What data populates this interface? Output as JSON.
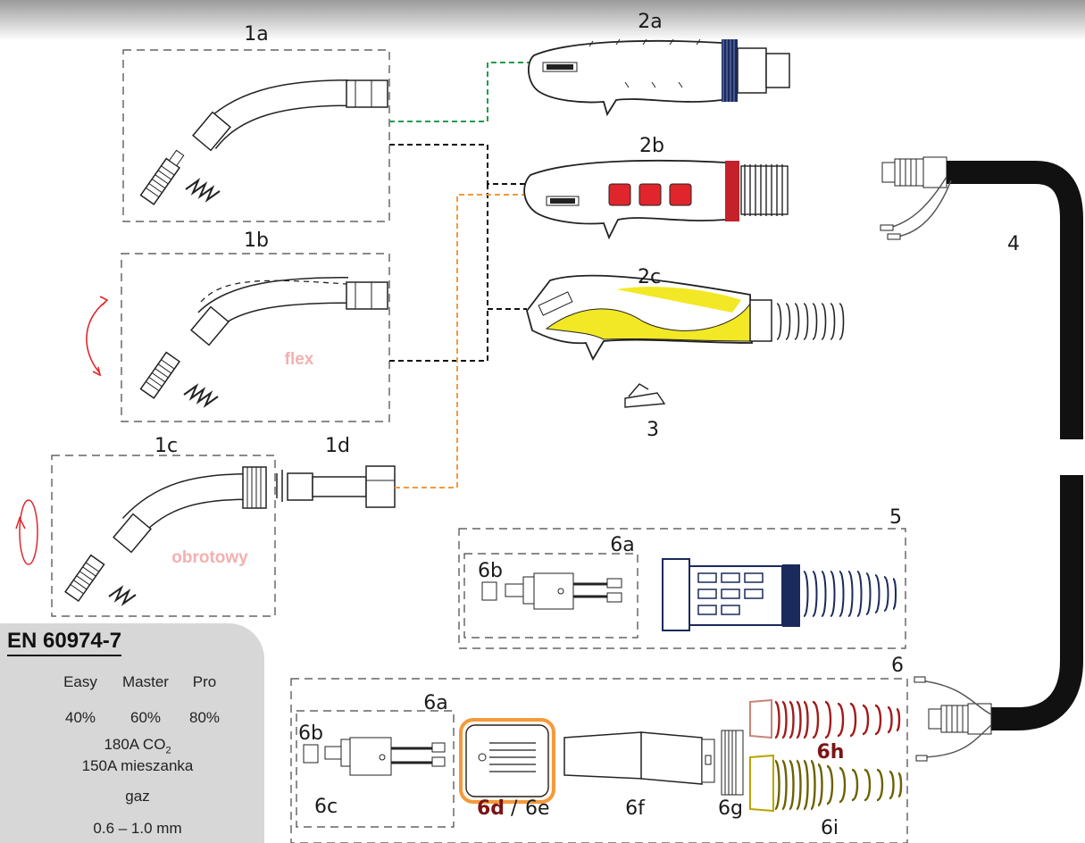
{
  "labels": {
    "l1a": "1a",
    "l1b": "1b",
    "l1c": "1c",
    "l1d": "1d",
    "l2a": "2a",
    "l2b": "2b",
    "l2c": "2c",
    "l3": "3",
    "l4": "4",
    "l5": "5",
    "l6": "6",
    "l6a_top": "6a",
    "l6b_top": "6b",
    "l6a_bot": "6a",
    "l6b_bot": "6b",
    "l6c": "6c",
    "l6d": "6d",
    "l6sep": "/",
    "l6e": "6e",
    "l6f": "6f",
    "l6g": "6g",
    "l6h": "6h",
    "l6i": "6i",
    "flex": "flex",
    "obrotowy": "obrotowy"
  },
  "spec": {
    "standard": "EN 60974-7",
    "variants": [
      "Easy",
      "Master",
      "Pro"
    ],
    "duty": [
      "40%",
      "60%",
      "80%"
    ],
    "current_co2_prefix": "180A CO",
    "current_co2_sub": "2",
    "current_mix": "150A mieszanka",
    "cooling": "gaz",
    "wire": "0.6 – 1.0 mm"
  },
  "colors": {
    "green_link": "#1e9e4a",
    "orange_link": "#f39a3c",
    "black_link": "#111111",
    "red_accent": "#e0262c",
    "yellow_accent": "#f2e825",
    "navy": "#1b2a5c",
    "dark_red_label": "#7a1515",
    "gold_label": "#a88f00"
  }
}
